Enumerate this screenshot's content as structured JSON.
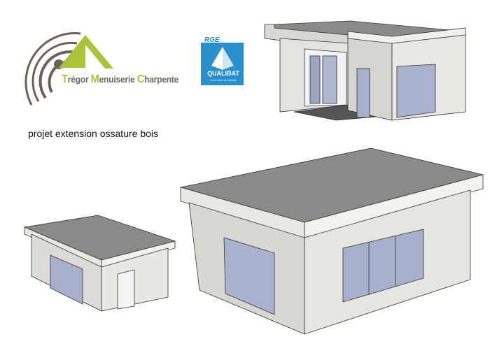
{
  "logo": {
    "company_name": "Trégor Menuiserie Charpente",
    "words": [
      {
        "cap": "T",
        "rest": "régor "
      },
      {
        "cap": "M",
        "rest": "enuiserie "
      },
      {
        "cap": "C",
        "rest": "harpente"
      }
    ],
    "colors": {
      "green": "#a9c43a",
      "brown": "#6a6158"
    }
  },
  "certification": {
    "top": "RGE",
    "name": "QUALIBAT",
    "tagline": "Votre label de fiabilité",
    "color": "#2a90cc"
  },
  "project_title": "projet extension ossature bois",
  "renderings": [
    "extension-view-top-right",
    "extension-view-small-left",
    "extension-view-large-front"
  ]
}
